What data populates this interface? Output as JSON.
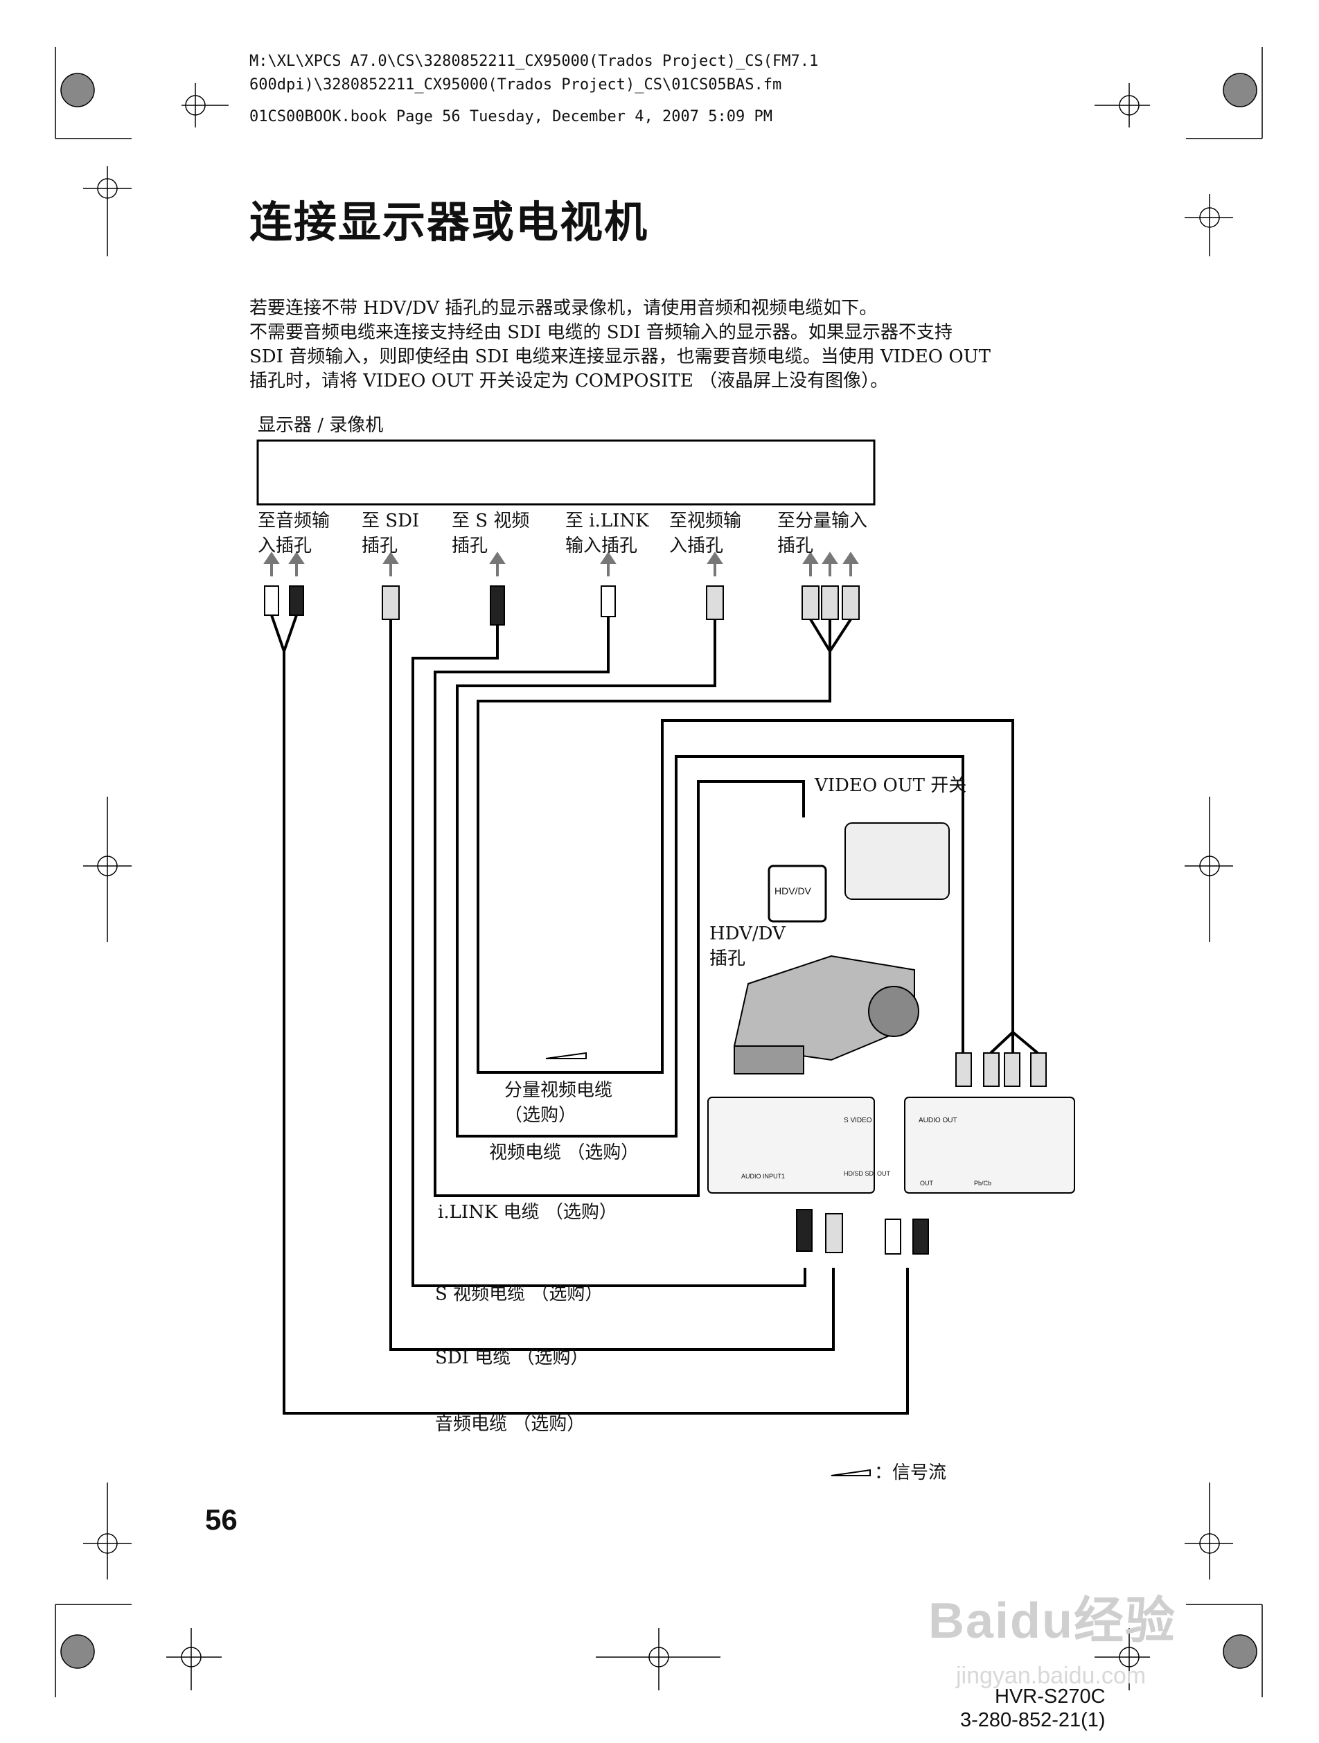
{
  "header": {
    "path_line1": "M:\\XL\\XPCS A7.0\\CS\\3280852211_CX95000(Trados Project)_CS(FM7.1",
    "path_line2": "600dpi)\\3280852211_CX95000(Trados Project)_CS\\01CS05BAS.fm",
    "book_line": "01CS00BOOK.book  Page 56  Tuesday, December 4, 2007  5:09 PM"
  },
  "title": "连接显示器或电视机",
  "intro": {
    "line1": "若要连接不带 HDV/DV 插孔的显示器或录像机，请使用音频和视频电缆如下。",
    "line2": "不需要音频电缆来连接支持经由 SDI 电缆的 SDI 音频输入的显示器。如果显示器不支持",
    "line3": "SDI 音频输入，则即使经由 SDI 电缆来连接显示器，也需要音频电缆。当使用 VIDEO OUT",
    "line4": "插孔时，请将 VIDEO OUT 开关设定为 COMPOSITE （液晶屏上没有图像）。"
  },
  "diagram": {
    "monitor_label": "显示器 / 录像机",
    "inputs": [
      {
        "line1": "至音频输",
        "line2": "入插孔"
      },
      {
        "line1": "至 SDI",
        "line2": "插孔"
      },
      {
        "line1": "至 S 视频",
        "line2": "插孔"
      },
      {
        "line1": "至 i.LINK",
        "line2": "输入插孔"
      },
      {
        "line1": "至视频输",
        "line2": "入插孔"
      },
      {
        "line1": "至分量输入",
        "line2": "插孔"
      }
    ],
    "video_out_switch": "VIDEO OUT 开关",
    "hdv_jack_line1": "HDV/DV",
    "hdv_jack_line2": "插孔",
    "hdv_badge": "HDV/DV",
    "cables": {
      "component_line1": "分量视频电缆",
      "component_line2": "（选购）",
      "video": "视频电缆 （选购）",
      "ilink": "i.LINK 电缆 （选购）",
      "svideo": "S 视频电缆 （选购）",
      "sdi": "SDI 电缆 （选购）",
      "audio": "音频电缆 （选购）"
    },
    "panel_labels": {
      "audio_out": "AUDIO OUT",
      "s_video": "S VIDEO",
      "audio_input": "AUDIO INPUT1",
      "sdi_out": "HD/SD SDI OUT",
      "video_out": "OUT",
      "pbpr": "Pb/Cb"
    },
    "legend": "：信号流"
  },
  "page_number": "56",
  "footer": {
    "model": "HVR-S270C",
    "code": "3-280-852-21(1)"
  },
  "watermark": {
    "text": "Baidu经验",
    "url": "jingyan.baidu.com"
  }
}
